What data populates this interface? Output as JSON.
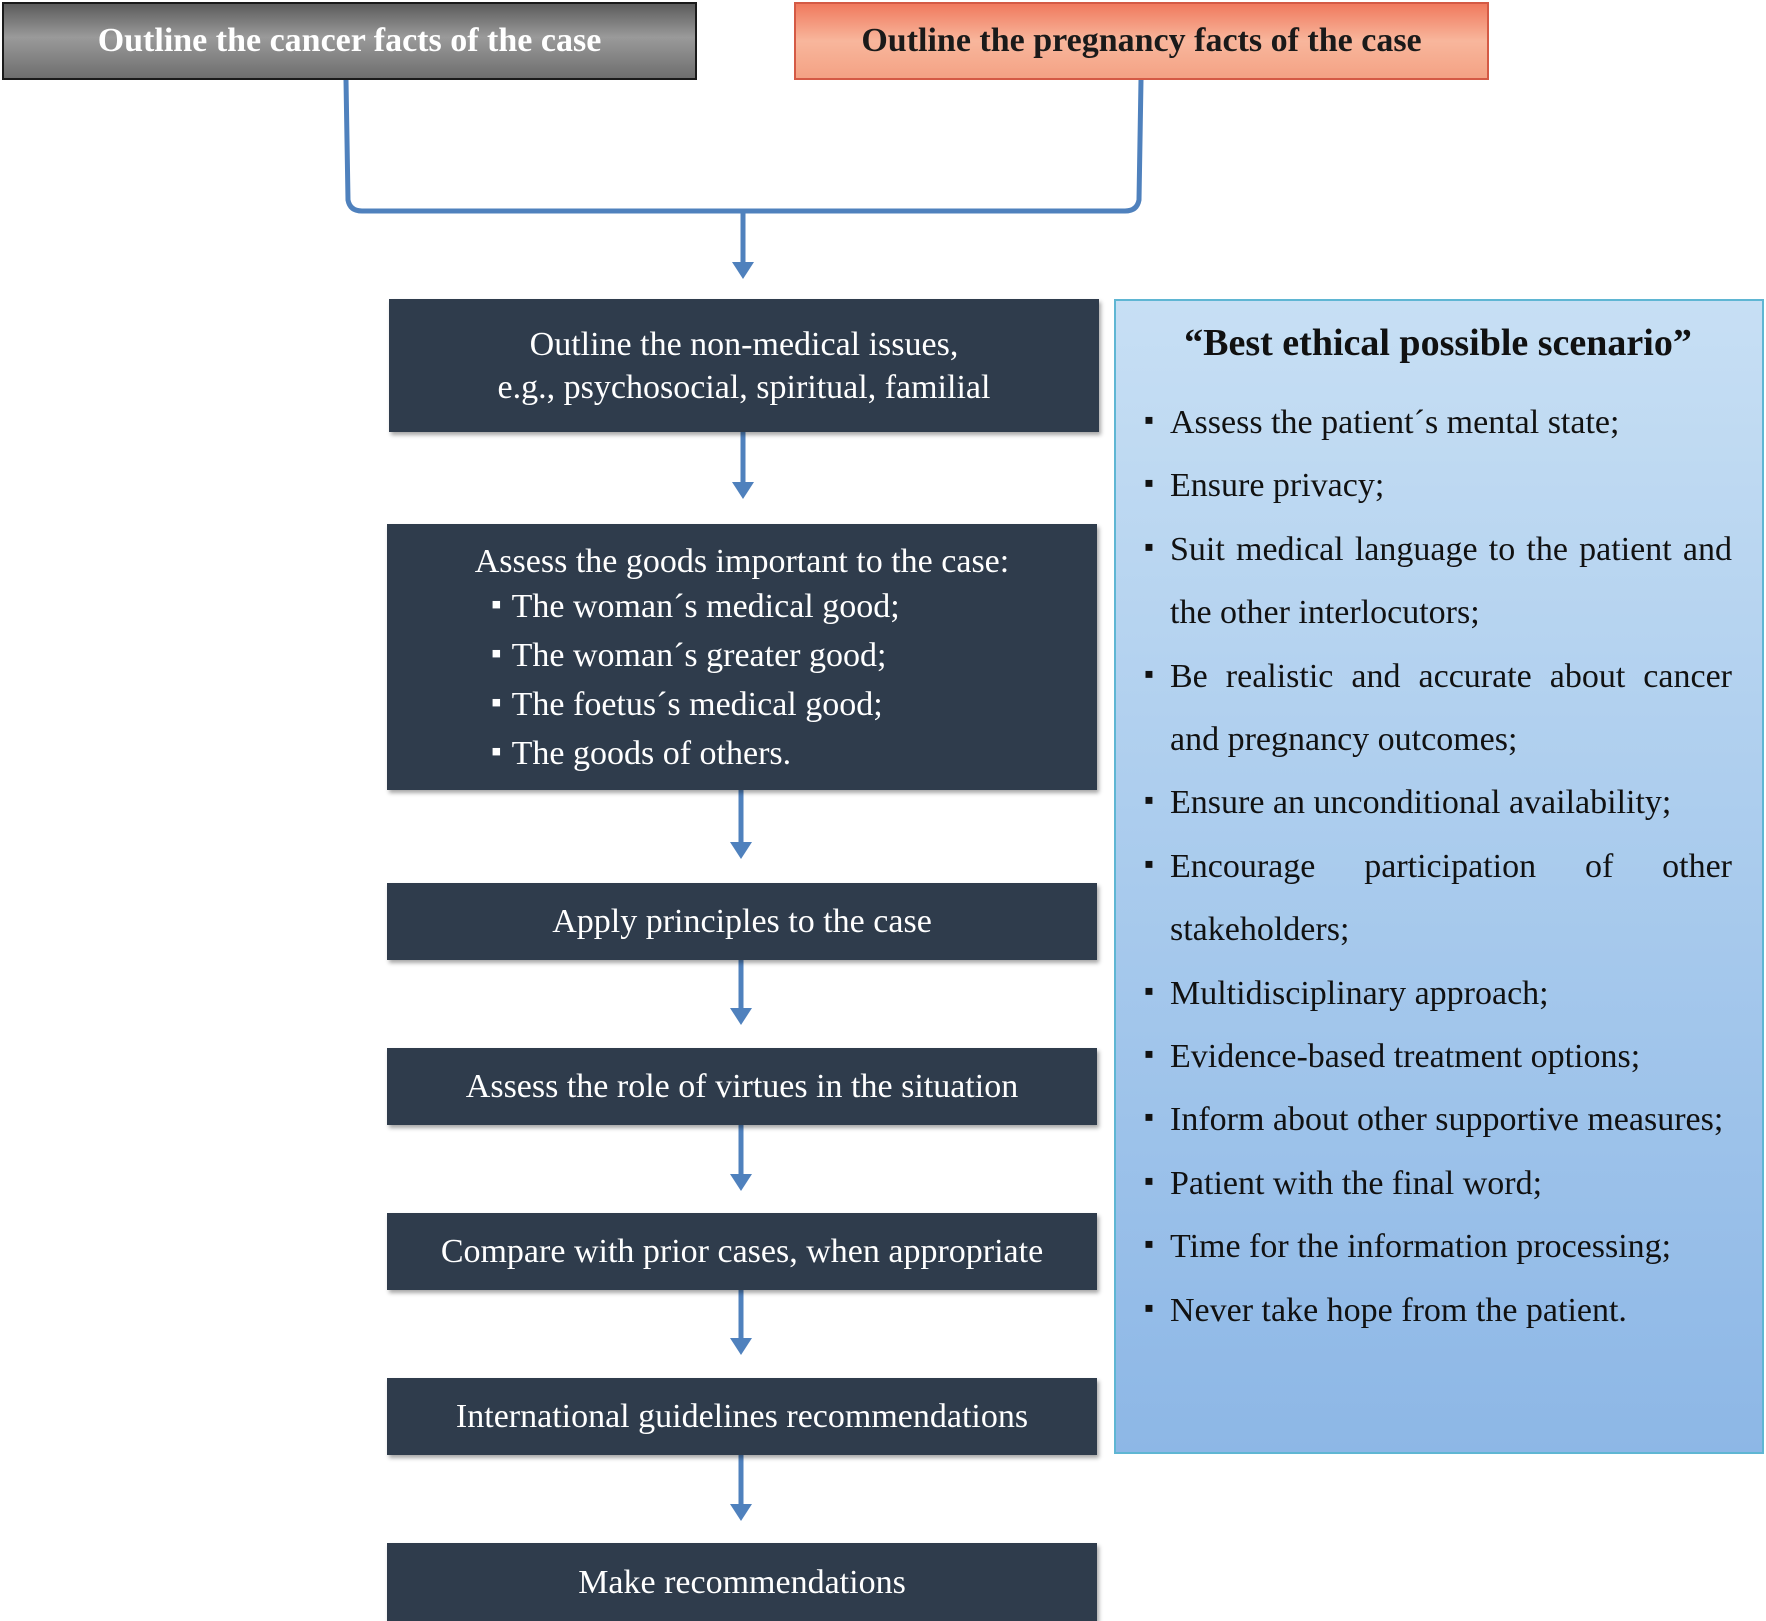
{
  "inputs": {
    "cancer": "Outline the cancer facts of the case",
    "pregnancy": "Outline the pregnancy facts of the case"
  },
  "steps": {
    "non_medical": {
      "line1": "Outline the non-medical issues,",
      "line2": "e.g., psychosocial, spiritual, familial"
    },
    "goods": {
      "heading": "Assess the goods important to the case:",
      "items": [
        "The woman´s medical good;",
        "The woman´s greater good;",
        "The foetus´s medical good;",
        "The goods of others."
      ]
    },
    "principles": "Apply principles to the case",
    "virtues": "Assess the role of virtues in the situation",
    "prior_cases": "Compare with prior cases, when appropriate",
    "guidelines": "International guidelines recommendations",
    "recommendations": "Make recommendations"
  },
  "scenario": {
    "title": "“Best ethical possible scenario”",
    "items": [
      "Assess the patient´s mental state;",
      "Ensure privacy;",
      "Suit medical language to the patient and the other interlocutors;",
      "Be realistic and accurate about cancer and pregnancy outcomes;",
      "Ensure an unconditional availability;",
      "Encourage participation of other stakeholders;",
      "Multidisciplinary approach;",
      "Evidence-based treatment options;",
      "Inform about other supportive measures;",
      "Patient with the final word;",
      "Time for the information processing;",
      "Never take hope from the patient."
    ]
  },
  "colors": {
    "step_fill": "#2f3c4c",
    "arrow": "#4f81bd",
    "panel_border": "#5fb6d3"
  }
}
